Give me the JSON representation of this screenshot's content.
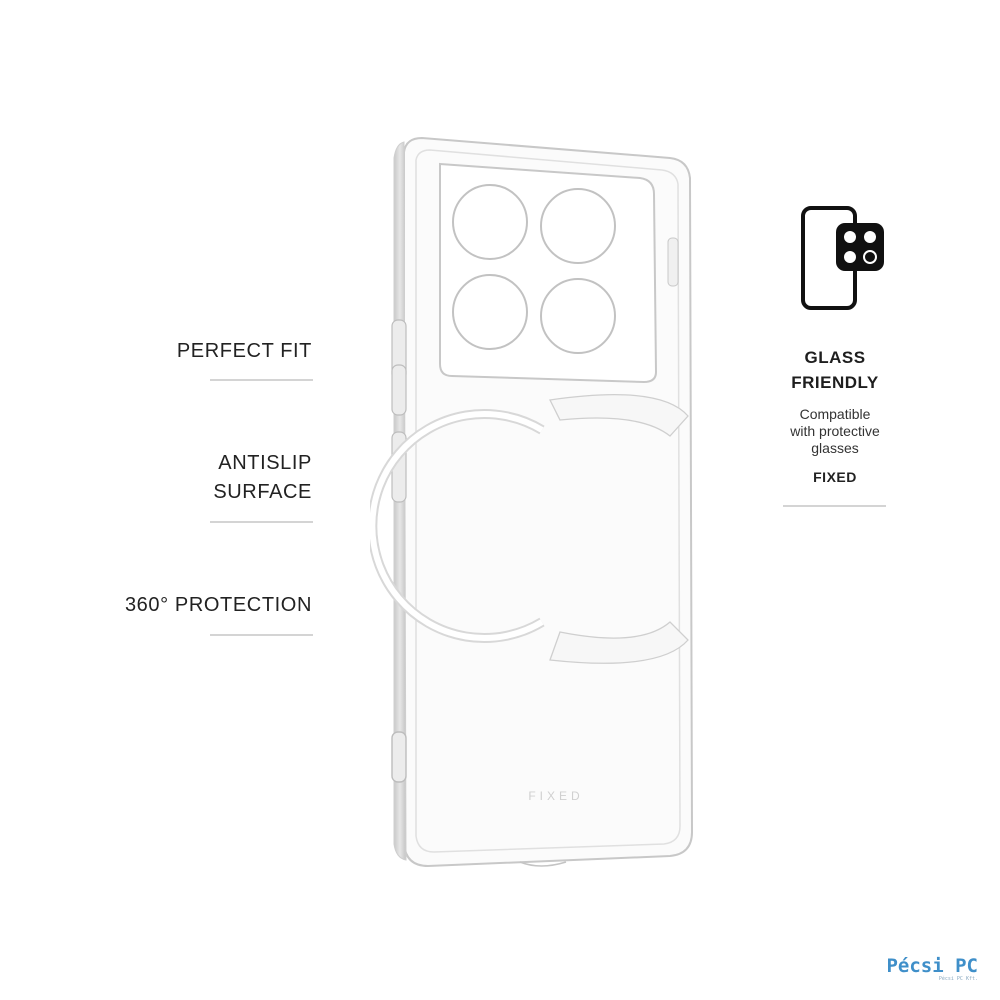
{
  "features": [
    {
      "lines": [
        "PERFECT FIT"
      ]
    },
    {
      "lines": [
        "ANTISLIP",
        "SURFACE"
      ]
    },
    {
      "lines": [
        "360° PROTECTION"
      ]
    }
  ],
  "glass": {
    "icon": "phone-with-camera-protector-icon",
    "title_lines": [
      "GLASS",
      "FRIENDLY"
    ],
    "desc_lines": [
      "Compatible",
      "with protective",
      "glasses"
    ],
    "brand": "FIXED"
  },
  "case": {
    "brand_emboss": "FIXED"
  },
  "watermark": {
    "main": "Pécsi PC",
    "sub": "Pécsi PC Kft."
  },
  "colors": {
    "text": "#222222",
    "divider": "#d4d4d4",
    "icon": "#111111",
    "watermark": "#3f8fc9"
  }
}
